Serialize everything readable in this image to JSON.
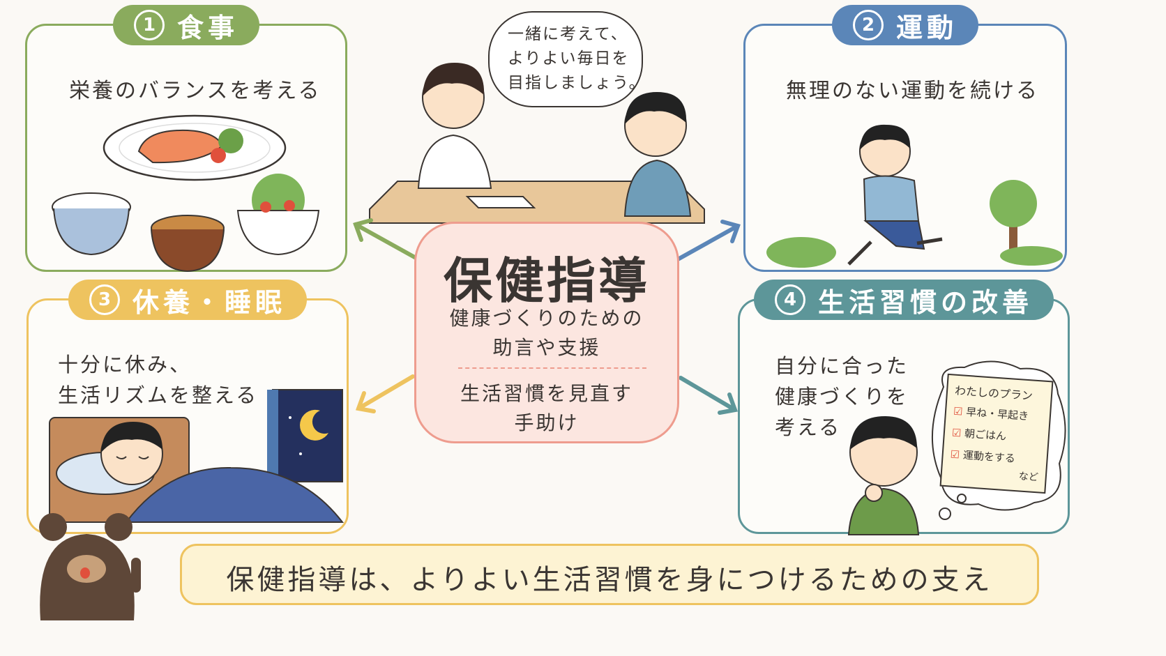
{
  "center": {
    "title": "保健指導",
    "line1": "健康づくりのための",
    "line2": "助言や支援",
    "line3": "生活習慣を見直す",
    "line4": "手助け"
  },
  "speech": {
    "l1": "一緒に考えて、",
    "l2": "よりよい毎日を",
    "l3": "目指しましょう。"
  },
  "panels": {
    "meal": {
      "num": "1",
      "title": "食事",
      "subtitle": "栄養のバランスを考える"
    },
    "exercise": {
      "num": "2",
      "title": "運動",
      "subtitle": "無理のない運動を続ける"
    },
    "rest": {
      "num": "3",
      "title": "休養・睡眠",
      "line1": "十分に休み、",
      "line2": "生活リズムを整える"
    },
    "habit": {
      "num": "4",
      "title": "生活習慣の改善",
      "line1": "自分に合った",
      "line2": "健康づくりを",
      "line3": "考える"
    }
  },
  "plan": {
    "title": "わたしのプラン",
    "items": [
      "早ね・早起き",
      "朝ごはん",
      "運動をする"
    ],
    "etc": "など"
  },
  "footer": {
    "message": "保健指導は、よりよい生活習慣を身につけるための支え"
  },
  "colors": {
    "green": "#8aab5d",
    "blue": "#5b86b8",
    "yellow": "#eec35f",
    "teal": "#5d9699",
    "coral": "#ee9c8e",
    "center_bg": "#fce6e0"
  }
}
